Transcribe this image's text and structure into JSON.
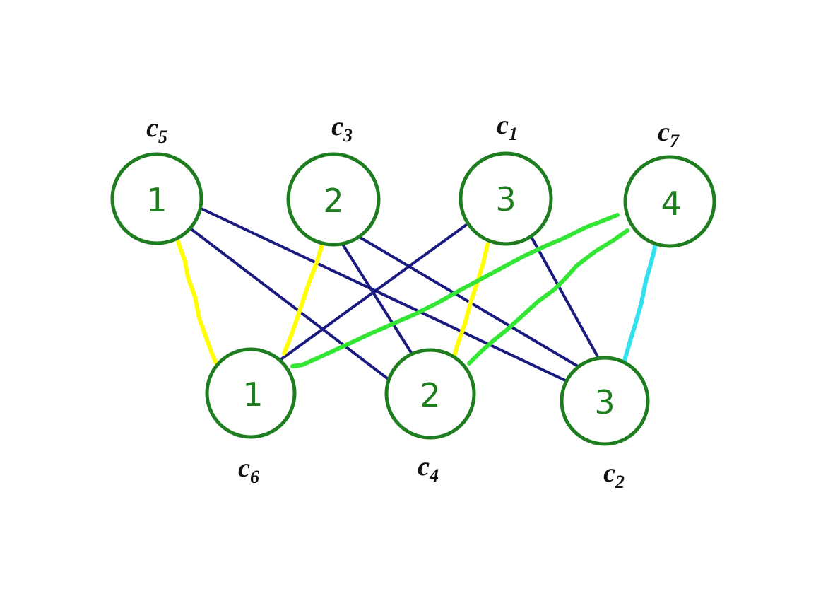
{
  "colors": {
    "node_stroke": "#1e7d1e",
    "node_text": "#1e7d1e",
    "edge_blue": "#1a1a80",
    "edge_yellow": "#ffff00",
    "edge_green": "#33e633",
    "edge_cyan": "#33e0ee"
  },
  "top_nodes": [
    {
      "id": "t1",
      "number": "1",
      "label_base": "c",
      "label_sub": "5"
    },
    {
      "id": "t2",
      "number": "2",
      "label_base": "c",
      "label_sub": "3"
    },
    {
      "id": "t3",
      "number": "3",
      "label_base": "c",
      "label_sub": "1"
    },
    {
      "id": "t4",
      "number": "4",
      "label_base": "c",
      "label_sub": "7"
    }
  ],
  "bottom_nodes": [
    {
      "id": "b1",
      "number": "1",
      "label_base": "c",
      "label_sub": "6"
    },
    {
      "id": "b2",
      "number": "2",
      "label_base": "c",
      "label_sub": "4"
    },
    {
      "id": "b3",
      "number": "3",
      "label_base": "c",
      "label_sub": "2"
    }
  ],
  "edges": [
    {
      "from": "t1",
      "to": "b2",
      "color": "edge_blue"
    },
    {
      "from": "t1",
      "to": "b3",
      "color": "edge_blue"
    },
    {
      "from": "t2",
      "to": "b2",
      "color": "edge_blue"
    },
    {
      "from": "t2",
      "to": "b3",
      "color": "edge_blue"
    },
    {
      "from": "t3",
      "to": "b1",
      "color": "edge_blue"
    },
    {
      "from": "t3",
      "to": "b3",
      "color": "edge_blue"
    },
    {
      "from": "t1",
      "to": "b1",
      "color": "edge_yellow"
    },
    {
      "from": "t2",
      "to": "b1",
      "color": "edge_yellow"
    },
    {
      "from": "t3",
      "to": "b2",
      "color": "edge_yellow"
    },
    {
      "from": "t4",
      "to": "b1",
      "color": "edge_green"
    },
    {
      "from": "t4",
      "to": "b2",
      "color": "edge_green"
    },
    {
      "from": "t4",
      "to": "b3",
      "color": "edge_cyan"
    }
  ]
}
